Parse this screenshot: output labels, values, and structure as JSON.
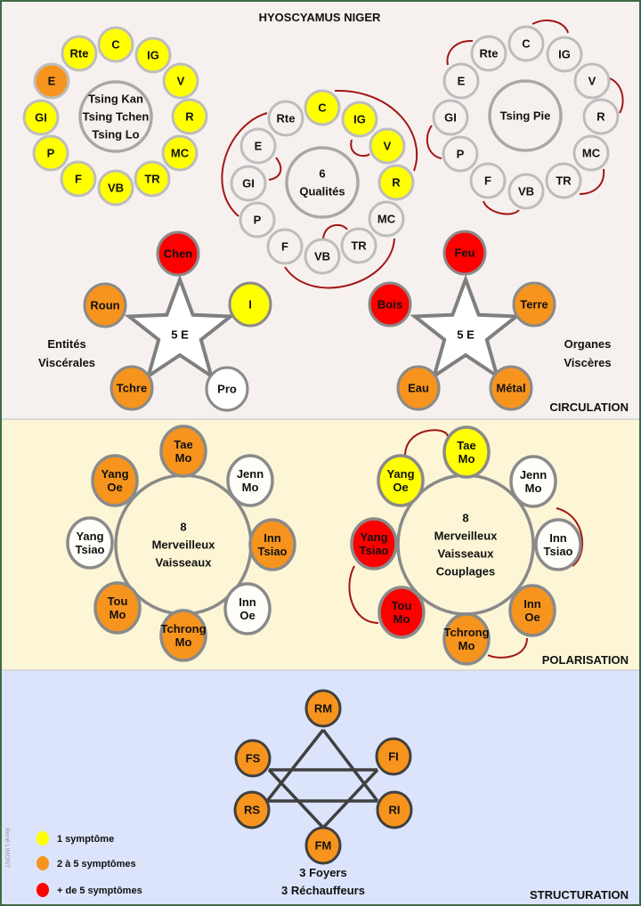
{
  "title": "HYOSCYAMUS NIGER",
  "author": "René LIMONT",
  "colors": {
    "one": "#ffff00",
    "two_to_five": "#f7941d",
    "more_than_five": "#ff0000",
    "none": "#ffffff"
  },
  "legend": [
    {
      "label": "1 symptôme",
      "level": "one"
    },
    {
      "label": "2 à 5 symptômes",
      "level": "two_to_five"
    },
    {
      "label": "+ de 5 symptômes",
      "level": "more_than_five"
    }
  ],
  "circulation": {
    "label": "CIRCULATION",
    "tsing_kan": {
      "center": [
        "Tsing Kan",
        "Tsing Tchen",
        "Tsing Lo"
      ],
      "nodes": [
        {
          "label": [
            "Rte"
          ],
          "level": "one"
        },
        {
          "label": [
            "C"
          ],
          "level": "one"
        },
        {
          "label": [
            "IG"
          ],
          "level": "one"
        },
        {
          "label": [
            "V"
          ],
          "level": "one"
        },
        {
          "label": [
            "R"
          ],
          "level": "one"
        },
        {
          "label": [
            "MC"
          ],
          "level": "one"
        },
        {
          "label": [
            "TR"
          ],
          "level": "one"
        },
        {
          "label": [
            "VB"
          ],
          "level": "one"
        },
        {
          "label": [
            "F"
          ],
          "level": "one"
        },
        {
          "label": [
            "P"
          ],
          "level": "one"
        },
        {
          "label": [
            "GI"
          ],
          "level": "one"
        },
        {
          "label": [
            "E"
          ],
          "level": "two_to_five"
        }
      ]
    },
    "six_qualites": {
      "center": [
        "6",
        "Qualités"
      ],
      "nodes": [
        {
          "label": [
            "Rte"
          ],
          "level": "none"
        },
        {
          "label": [
            "C"
          ],
          "level": "one"
        },
        {
          "label": [
            "IG"
          ],
          "level": "one"
        },
        {
          "label": [
            "V"
          ],
          "level": "one"
        },
        {
          "label": [
            "R"
          ],
          "level": "one"
        },
        {
          "label": [
            "MC"
          ],
          "level": "none"
        },
        {
          "label": [
            "TR"
          ],
          "level": "none"
        },
        {
          "label": [
            "VB"
          ],
          "level": "none"
        },
        {
          "label": [
            "F"
          ],
          "level": "none"
        },
        {
          "label": [
            "P"
          ],
          "level": "none"
        },
        {
          "label": [
            "GI"
          ],
          "level": "none"
        },
        {
          "label": [
            "E"
          ],
          "level": "none"
        }
      ]
    },
    "tsing_pie": {
      "center": [
        "Tsing Pie"
      ],
      "nodes": [
        {
          "label": [
            "Rte"
          ],
          "level": "none"
        },
        {
          "label": [
            "C"
          ],
          "level": "none"
        },
        {
          "label": [
            "IG"
          ],
          "level": "none"
        },
        {
          "label": [
            "V"
          ],
          "level": "none"
        },
        {
          "label": [
            "R"
          ],
          "level": "none"
        },
        {
          "label": [
            "MC"
          ],
          "level": "none"
        },
        {
          "label": [
            "TR"
          ],
          "level": "none"
        },
        {
          "label": [
            "VB"
          ],
          "level": "none"
        },
        {
          "label": [
            "F"
          ],
          "level": "none"
        },
        {
          "label": [
            "P"
          ],
          "level": "none"
        },
        {
          "label": [
            "GI"
          ],
          "level": "none"
        },
        {
          "label": [
            "E"
          ],
          "level": "none"
        }
      ]
    },
    "entites": {
      "center": [
        "5 E"
      ],
      "caption": [
        "Entités",
        "Viscérales"
      ],
      "nodes": [
        {
          "label": [
            "Chen"
          ],
          "level": "more_than_five"
        },
        {
          "label": [
            "I"
          ],
          "level": "one"
        },
        {
          "label": [
            "Pro"
          ],
          "level": "none"
        },
        {
          "label": [
            "Tchre"
          ],
          "level": "two_to_five"
        },
        {
          "label": [
            "Roun"
          ],
          "level": "two_to_five"
        }
      ]
    },
    "organes": {
      "center": [
        "5 E"
      ],
      "caption": [
        "Organes",
        "Viscères"
      ],
      "nodes": [
        {
          "label": [
            "Feu"
          ],
          "level": "more_than_five"
        },
        {
          "label": [
            "Terre"
          ],
          "level": "two_to_five"
        },
        {
          "label": [
            "Métal"
          ],
          "level": "two_to_five"
        },
        {
          "label": [
            "Eau"
          ],
          "level": "two_to_five"
        },
        {
          "label": [
            "Bois"
          ],
          "level": "more_than_five"
        }
      ]
    }
  },
  "polarisation": {
    "label": "POLARISATION",
    "merveilleux": {
      "center": [
        "8",
        "Merveilleux",
        "Vaisseaux"
      ],
      "nodes": [
        {
          "label": [
            "Tae",
            "Mo"
          ],
          "level": "two_to_five"
        },
        {
          "label": [
            "Jenn",
            "Mo"
          ],
          "level": "none"
        },
        {
          "label": [
            "Inn",
            "Tsiao"
          ],
          "level": "two_to_five"
        },
        {
          "label": [
            "Inn",
            "Oe"
          ],
          "level": "none"
        },
        {
          "label": [
            "Tchrong",
            "Mo"
          ],
          "level": "two_to_five"
        },
        {
          "label": [
            "Tou",
            "Mo"
          ],
          "level": "two_to_five"
        },
        {
          "label": [
            "Yang",
            "Tsiao"
          ],
          "level": "none"
        },
        {
          "label": [
            "Yang",
            "Oe"
          ],
          "level": "two_to_five"
        }
      ]
    },
    "couplages": {
      "center": [
        "8",
        "Merveilleux",
        "Vaisseaux",
        "Couplages"
      ],
      "nodes": [
        {
          "label": [
            "Tae",
            "Mo"
          ],
          "level": "one"
        },
        {
          "label": [
            "Jenn",
            "Mo"
          ],
          "level": "none"
        },
        {
          "label": [
            "Inn",
            "Tsiao"
          ],
          "level": "none"
        },
        {
          "label": [
            "Inn",
            "Oe"
          ],
          "level": "two_to_five"
        },
        {
          "label": [
            "Tchrong",
            "Mo"
          ],
          "level": "two_to_five"
        },
        {
          "label": [
            "Tou",
            "Mo"
          ],
          "level": "more_than_five"
        },
        {
          "label": [
            "Yang",
            "Tsiao"
          ],
          "level": "more_than_five"
        },
        {
          "label": [
            "Yang",
            "Oe"
          ],
          "level": "one"
        }
      ]
    }
  },
  "structuration": {
    "label": "STRUCTURATION",
    "caption": [
      "3 Foyers",
      "3 Réchauffeurs"
    ],
    "nodes": [
      {
        "label": [
          "RM"
        ],
        "level": "two_to_five"
      },
      {
        "label": [
          "FI"
        ],
        "level": "two_to_five"
      },
      {
        "label": [
          "RI"
        ],
        "level": "two_to_five"
      },
      {
        "label": [
          "FM"
        ],
        "level": "two_to_five"
      },
      {
        "label": [
          "RS"
        ],
        "level": "two_to_five"
      },
      {
        "label": [
          "FS"
        ],
        "level": "two_to_five"
      }
    ]
  }
}
